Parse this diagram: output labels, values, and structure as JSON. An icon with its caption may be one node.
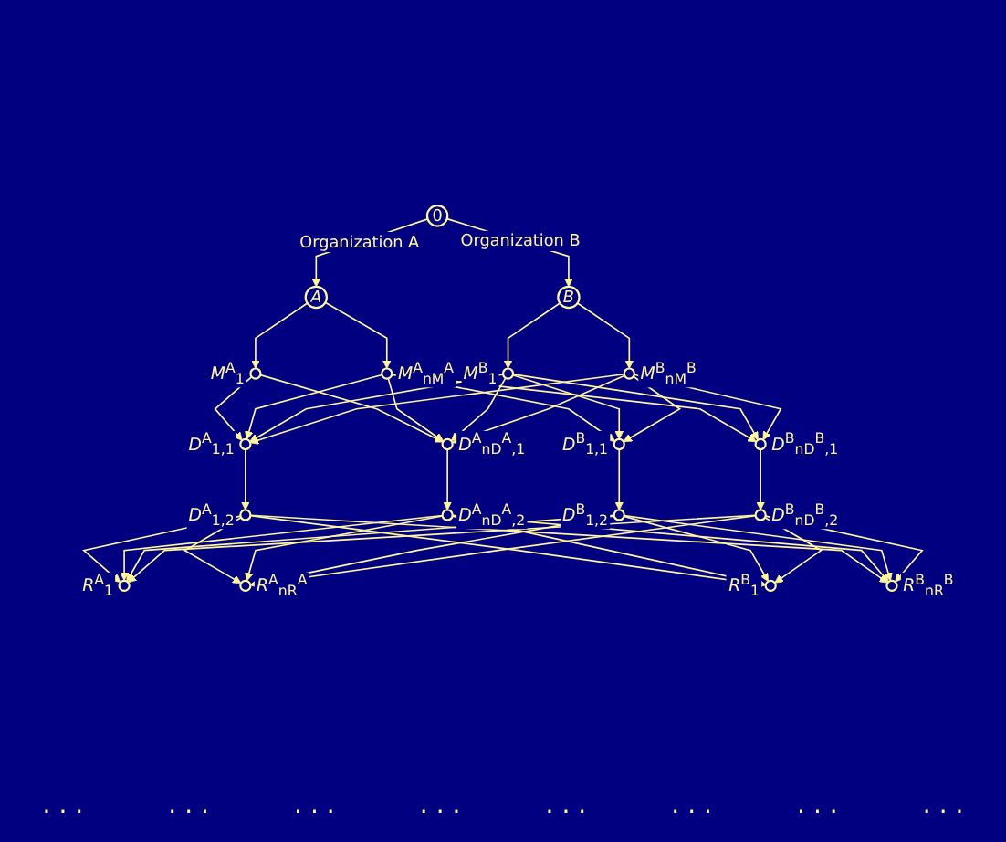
{
  "diagram": {
    "nodes": [
      {
        "text": [
          "0"
        ]
      },
      {
        "text": [
          "*A*"
        ]
      },
      {
        "text": [
          "*B*"
        ]
      },
      {
        "text": [],
        "shape": "circle",
        "beside": [
          "*M*$^{A}$$_{1}$"
        ]
      },
      {
        "text": [],
        "shape": "circle",
        "beside": [
          "*M*$^{A}$$_{n}$$_{M}$$^{A}$"
        ]
      },
      {
        "text": [],
        "shape": "circle",
        "beside": [
          "*M*$^{B}$$_{1}$"
        ]
      },
      {
        "text": [],
        "shape": "circle",
        "beside": [
          "*M*$^{B}$$_{n}$$_{M}$$^{B}$"
        ]
      },
      {
        "text": [],
        "shape": "circle",
        "beside": [
          "*D*$^{A}$$_{1,1}$"
        ]
      },
      {
        "text": [],
        "shape": "circle",
        "beside": [
          "*D*$^{A}$$_{n}$$_{D}$$^{A}$$_{,1}$"
        ]
      },
      {
        "text": [],
        "shape": "circle",
        "beside": [
          "*D*$^{B}$$_{1,1}$"
        ]
      },
      {
        "text": [],
        "shape": "circle",
        "beside": [
          "*D*$^{B}$$_{n}$$_{D}$$^{B}$$_{,1}$"
        ]
      },
      {
        "text": [],
        "shape": "circle",
        "beside": [
          "*D*$^{A}$$_{1,2}$"
        ]
      },
      {
        "text": [],
        "shape": "circle",
        "beside": [
          "*D*$^{A}$$_{n}$$_{D}$$^{A}$$_{,2}$"
        ]
      },
      {
        "text": [],
        "shape": "circle",
        "beside": [
          "*D*$^{B}$$_{1,2}$"
        ]
      },
      {
        "text": [],
        "shape": "circle",
        "beside": [
          "*D*$^{B}$$_{n}$$_{D}$$^{B}$$_{,2}$"
        ]
      },
      {
        "text": [],
        "shape": "circle",
        "beside": [
          "*R*$^{A}$$_{1}$"
        ]
      },
      {
        "text": [],
        "shape": "circle",
        "beside": [
          "*R*$^{A}$$_{n}$$_{R}$$^{A}$"
        ]
      },
      {
        "text": [],
        "shape": "circle",
        "beside": [
          "*R*$^{B}$$_{1}$"
        ]
      },
      {
        "text": [],
        "shape": "circle",
        "beside": [
          "*R*$^{B}$$_{n}$$_{R}$$^{B}$"
        ]
      }
    ],
    "edges": [
      {
        "from": 0,
        "to": 1,
        "arrow": "to",
        "label": "Organization A"
      },
      {
        "from": 0,
        "to": 2,
        "arrow": "to",
        "label": "Organization B"
      },
      {
        "from": 1,
        "to": 3,
        "arrow": "to"
      },
      {
        "from": 1,
        "to": 4,
        "arrow": "to"
      },
      {
        "from": 2,
        "to": 5,
        "arrow": "to"
      },
      {
        "from": 2,
        "to": 6,
        "arrow": "to"
      },
      {
        "from": 3,
        "to": 7,
        "arrow": "to"
      },
      {
        "from": 3,
        "to": 8,
        "arrow": "to"
      },
      {
        "from": 4,
        "to": 7,
        "arrow": "to"
      },
      {
        "from": 4,
        "to": 8,
        "arrow": "to"
      },
      {
        "from": 4,
        "to": 9,
        "arrow": "to"
      },
      {
        "from": 4,
        "to": 10,
        "arrow": "to"
      },
      {
        "from": 5,
        "to": 7,
        "arrow": "to"
      },
      {
        "from": 5,
        "to": 8,
        "arrow": "to"
      },
      {
        "from": 5,
        "to": 9,
        "arrow": "to"
      },
      {
        "from": 5,
        "to": 10,
        "arrow": "to"
      },
      {
        "from": 6,
        "to": 7,
        "arrow": "to"
      },
      {
        "from": 6,
        "to": 8,
        "arrow": "to"
      },
      {
        "from": 6,
        "to": 9,
        "arrow": "to"
      },
      {
        "from": 6,
        "to": 10,
        "arrow": "to"
      },
      {
        "from": 7,
        "to": 11,
        "arrow": "to"
      },
      {
        "from": 8,
        "to": 12,
        "arrow": "to"
      },
      {
        "from": 9,
        "to": 13,
        "arrow": "to"
      },
      {
        "from": 10,
        "to": 14,
        "arrow": "to"
      },
      {
        "from": 11,
        "to": 15,
        "arrow": "to"
      },
      {
        "from": 11,
        "to": 16,
        "arrow": "to"
      },
      {
        "from": 11,
        "to": 17,
        "arrow": "to"
      },
      {
        "from": 11,
        "to": 18,
        "arrow": "to"
      },
      {
        "from": 12,
        "to": 15,
        "arrow": "to"
      },
      {
        "from": 12,
        "to": 16,
        "arrow": "to"
      },
      {
        "from": 12,
        "to": 17,
        "arrow": "to"
      },
      {
        "from": 12,
        "to": 18,
        "arrow": "to"
      },
      {
        "from": 13,
        "to": 15,
        "arrow": "to"
      },
      {
        "from": 13,
        "to": 16,
        "arrow": "to"
      },
      {
        "from": 13,
        "to": 17,
        "arrow": "to"
      },
      {
        "from": 13,
        "to": 18,
        "arrow": "to"
      },
      {
        "from": 14,
        "to": 15,
        "arrow": "to"
      },
      {
        "from": 14,
        "to": 16,
        "arrow": "to"
      },
      {
        "from": 14,
        "to": 17,
        "arrow": "to"
      },
      {
        "from": 14,
        "to": 18,
        "arrow": "to"
      }
    ],
    "labels": [
      "· · ·",
      "· · ·",
      "· · ·",
      "· · ·",
      "· · ·",
      "· · ·",
      "· · ·",
      "· · ·"
    ]
  }
}
